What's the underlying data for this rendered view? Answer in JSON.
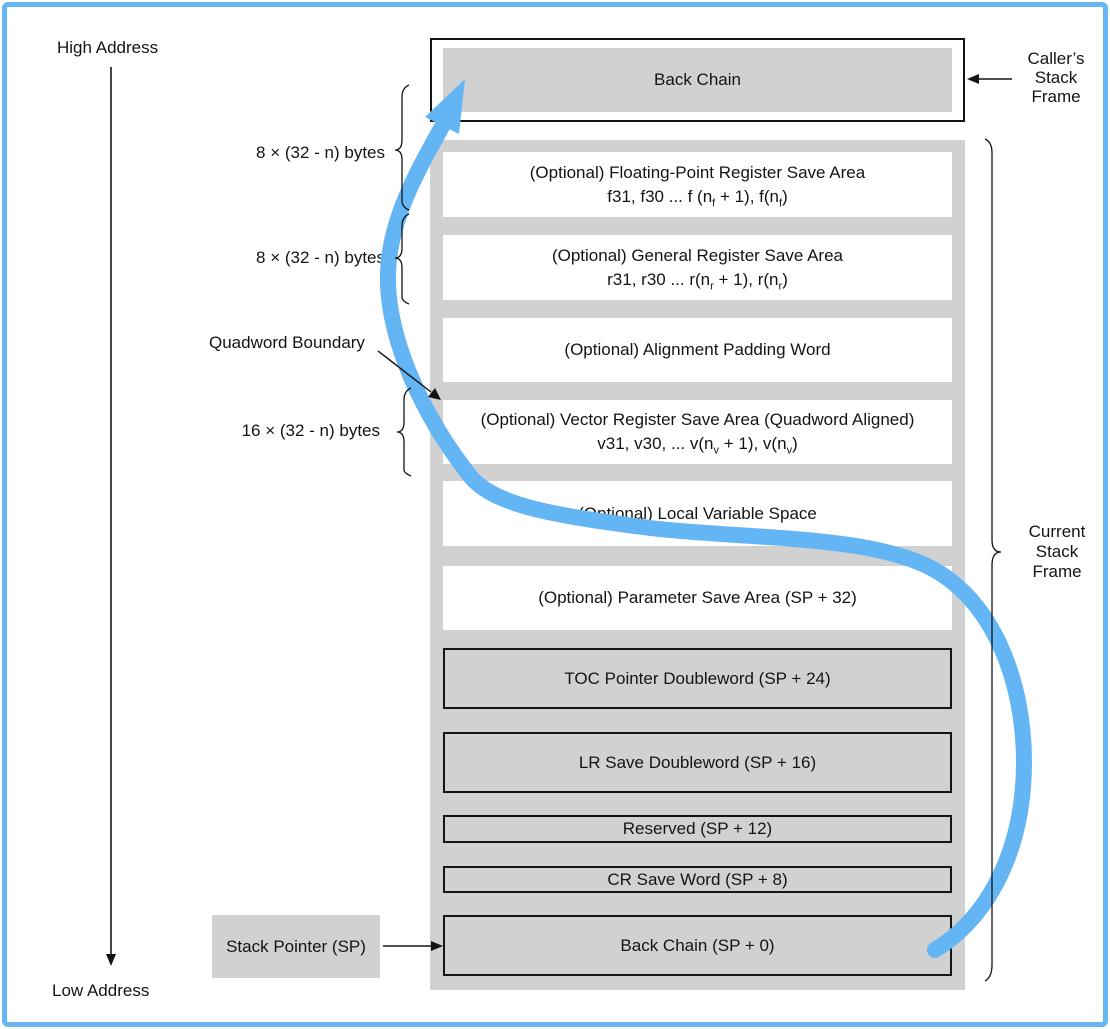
{
  "labels": {
    "high_address": "High Address",
    "low_address": "Low Address",
    "bytes_8_top": "8 × (32 - n) bytes",
    "bytes_8_bottom": "8 × (32 - n) bytes",
    "quadword_boundary": "Quadword Boundary",
    "bytes_16": "16 × (32 - n) bytes",
    "stack_pointer": "Stack Pointer (SP)",
    "callers_frame": {
      "line1": "Caller’s",
      "line2": "Stack",
      "line3": "Frame"
    },
    "current_frame": {
      "line1": "Current",
      "line2": "Stack",
      "line3": "Frame"
    }
  },
  "boxes": {
    "back_chain_top": "Back Chain",
    "fp": {
      "line1": "(Optional) Floating-Point Register Save Area",
      "l2a": "f31, f30 ... f (n",
      "l2s1": "f",
      "l2b": " + 1), f(n",
      "l2s2": "f",
      "l2c": ")"
    },
    "gr": {
      "line1": "(Optional) General Register Save Area",
      "l2a": "r31, r30 ... r(n",
      "l2s1": "r",
      "l2b": " + 1), r(n",
      "l2s2": "r",
      "l2c": ")"
    },
    "align_pad": "(Optional) Alignment Padding Word",
    "vec": {
      "line1": "(Optional) Vector Register Save Area (Quadword Aligned)",
      "l2a": "v31, v30, ... v(n",
      "l2s1": "v",
      "l2b": " + 1), v(n",
      "l2s2": "v",
      "l2c": ")"
    },
    "local_var": "(Optional) Local Variable Space",
    "param_save": "(Optional) Parameter Save Area (SP + 32)",
    "toc": "TOC Pointer Doubleword (SP + 24)",
    "lr": "LR Save Doubleword (SP + 16)",
    "reserved": "Reserved (SP + 12)",
    "cr": "CR Save Word (SP + 8)",
    "back_chain_sp0": "Back Chain (SP + 0)"
  },
  "colors": {
    "frame_border_blue": "#66b6f1",
    "flow_arrow_blue": "#63b6f3",
    "box_gray": "#d1d1d1",
    "line_black": "#141414"
  }
}
